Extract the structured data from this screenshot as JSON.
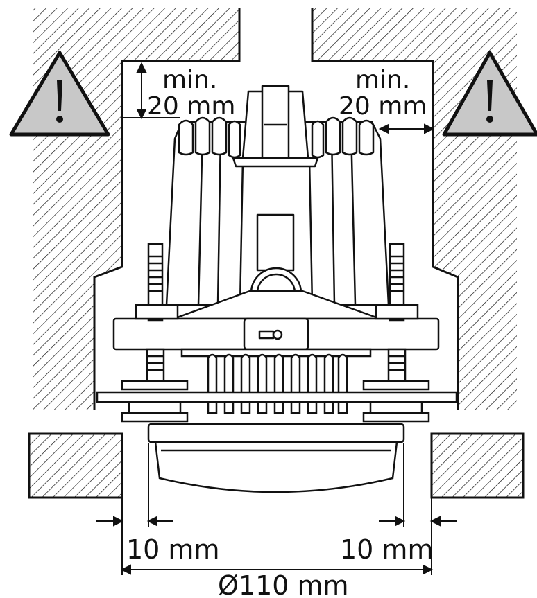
{
  "labels": {
    "top_left_min": "min.",
    "top_left_value": "20 mm",
    "top_right_min": "min.",
    "top_right_value": "20 mm",
    "bottom_left_gap": "10 mm",
    "bottom_right_gap": "10 mm",
    "diameter": "Ø110 mm"
  },
  "icons": {
    "left_warning": "warning-triangle-icon",
    "right_warning": "warning-triangle-icon"
  },
  "colors": {
    "line": "#111111",
    "warning_fill": "#c8c8c8",
    "background": "#ffffff"
  }
}
